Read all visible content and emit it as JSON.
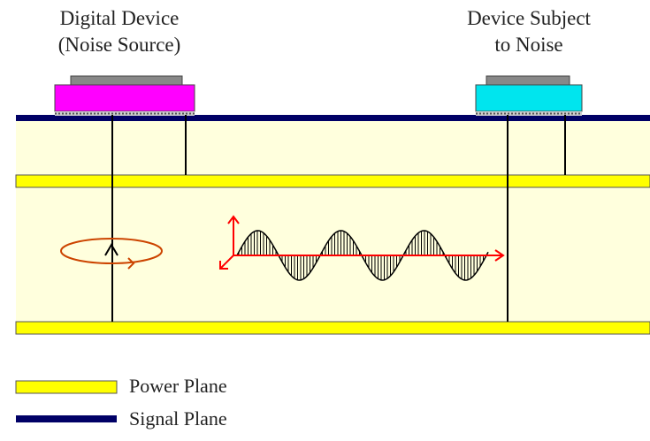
{
  "devices": {
    "noise_source": {
      "line1": "Digital Device",
      "line2": "(Noise Source)",
      "color": "#ff00ff"
    },
    "victim": {
      "line1": "Device Subject",
      "line2": "to Noise",
      "color": "#00e5ee"
    }
  },
  "legend": [
    {
      "label": "Power Plane",
      "swatch": "power-plane-swatch"
    },
    {
      "label": "Signal Plane",
      "swatch": "signal-plane-swatch"
    }
  ],
  "colors": {
    "power_plane": "#ffff00",
    "signal_plane": "#000066",
    "dielectric": "#ffffdd",
    "field_arrows": "#ff0000",
    "current_loop": "#cc4400",
    "chip_cap": "#888888"
  }
}
